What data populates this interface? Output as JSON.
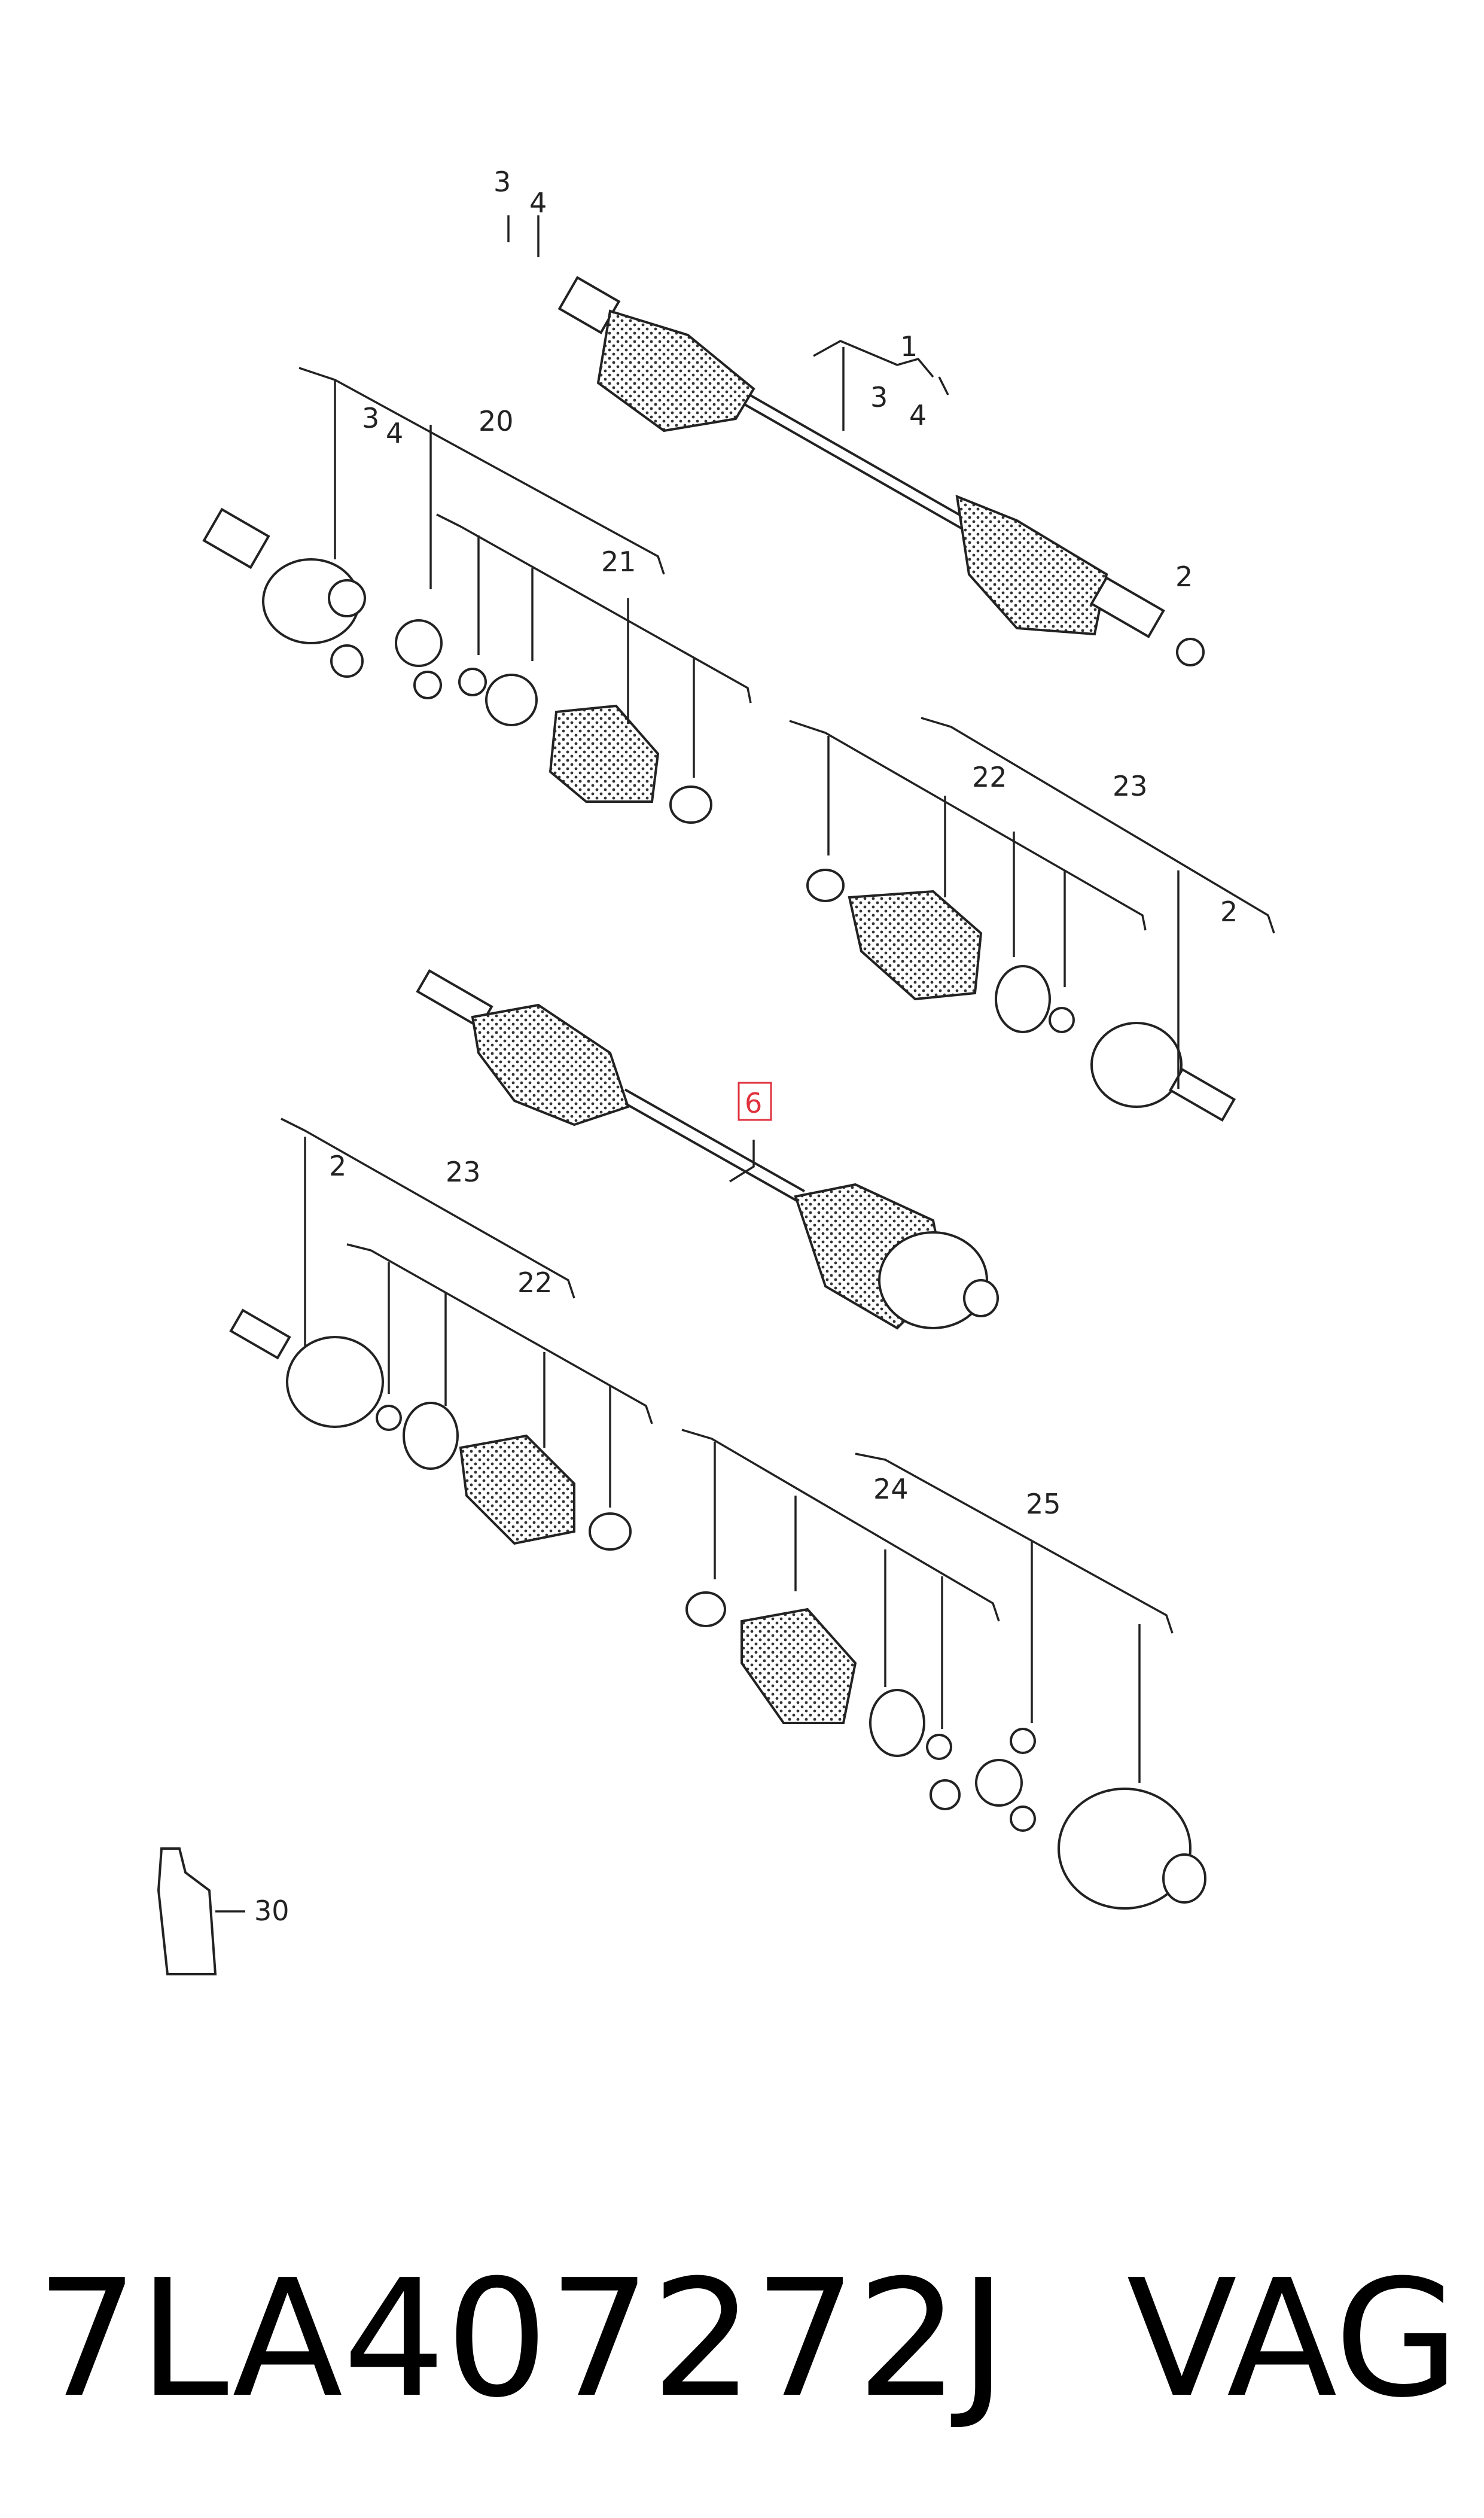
{
  "callouts": {
    "c1": "1",
    "c2a": "2",
    "c2b": "2",
    "c2c": "2",
    "c3a": "3",
    "c3b": "3",
    "c3c": "3",
    "c4a": "4",
    "c4b": "4",
    "c4c": "4",
    "c6": "6",
    "c20": "20",
    "c21": "21",
    "c22a": "22",
    "c22b": "22",
    "c23a": "23",
    "c23b": "23",
    "c24": "24",
    "c25": "25",
    "c30": "30"
  },
  "highlight_color": "#e0313d",
  "footer": {
    "part_number": "7LA407272J",
    "brand": "VAG"
  }
}
